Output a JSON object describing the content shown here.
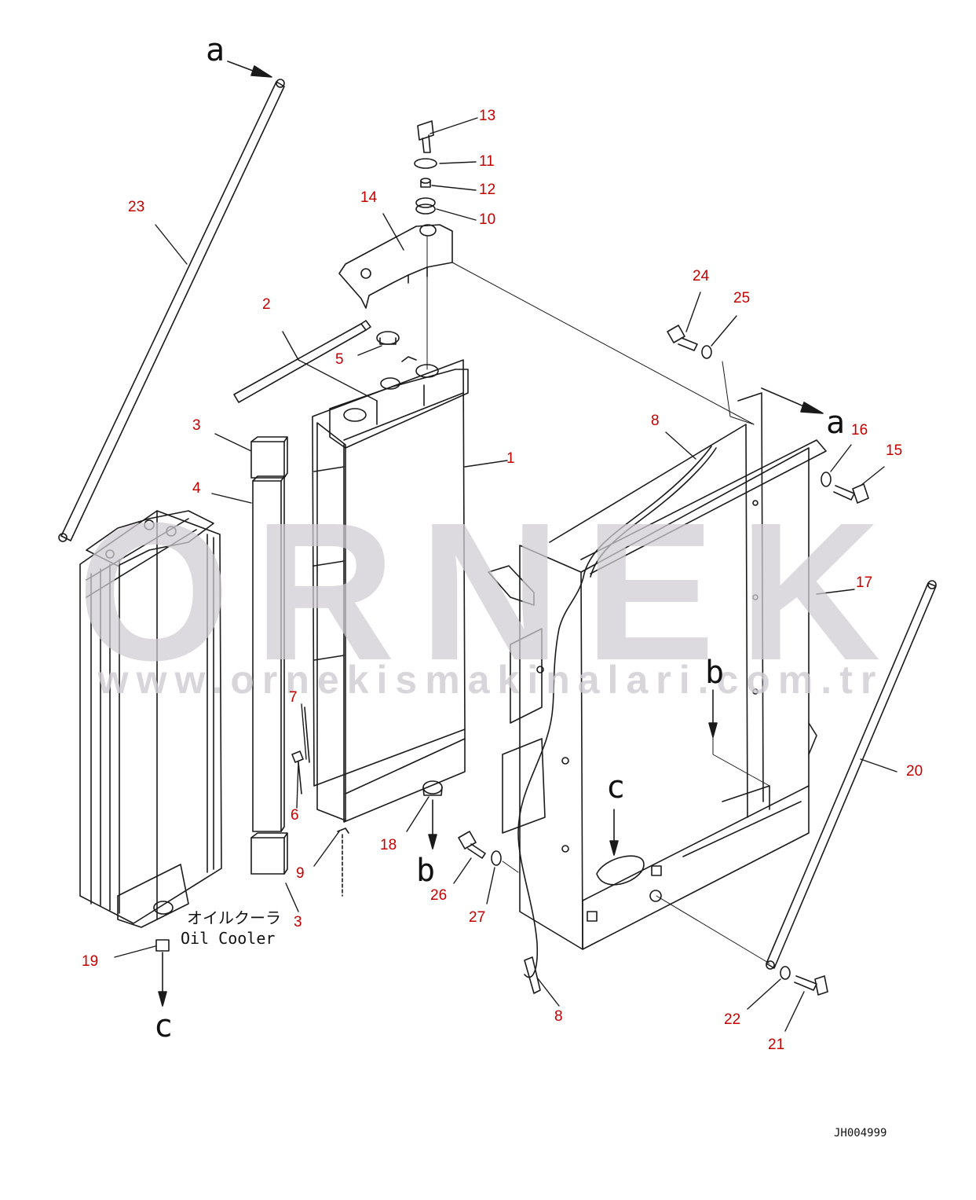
{
  "watermark": {
    "brand": "ORNEK",
    "url": "www.ornekismakinalari.com.tr"
  },
  "callouts": [
    "1",
    "2",
    "3",
    "3",
    "4",
    "5",
    "6",
    "7",
    "8",
    "8",
    "9",
    "10",
    "11",
    "12",
    "13",
    "14",
    "15",
    "16",
    "17",
    "18",
    "19",
    "20",
    "21",
    "22",
    "23",
    "24",
    "25",
    "26",
    "27"
  ],
  "view_refs": [
    "a",
    "a",
    "b",
    "b",
    "c",
    "c"
  ],
  "oil_cooler_label": {
    "jp": "オイルクーラ",
    "en": "Oil Cooler"
  },
  "drawing_code": "JH004999",
  "colors": {
    "callout": "#c40000",
    "line": "#1a1a1a",
    "watermark": "#cfcdd2"
  }
}
